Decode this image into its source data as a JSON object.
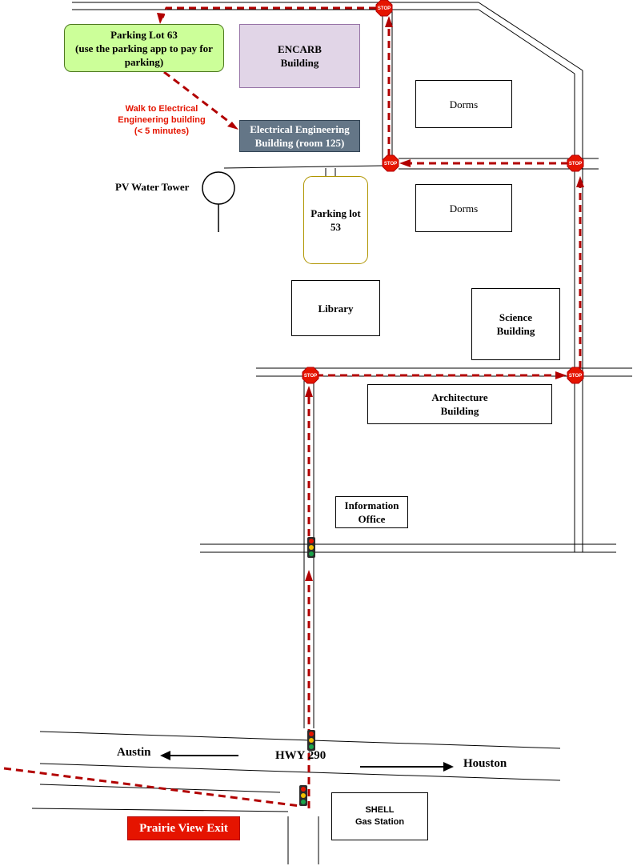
{
  "buildings": {
    "parking_lot_63": "Parking Lot 63\n(use the parking app to pay for parking)",
    "encarb": "ENCARB\nBuilding",
    "dorms_1": "Dorms",
    "dorms_2": "Dorms",
    "electrical_engineering": "Electrical Engineering\nBuilding (room 125)",
    "parking_lot_53": "Parking lot\n53",
    "library": "Library",
    "science": "Science\nBuilding",
    "architecture": "Architecture\nBuilding",
    "information_office": "Information\nOffice",
    "shell": "SHELL\nGas Station",
    "prairie_view_exit": "Prairie View Exit"
  },
  "labels": {
    "pv_water_tower": "PV Water Tower",
    "walk_note": "Walk to Electrical\nEngineering building\n(< 5 minutes)",
    "austin": "Austin",
    "houston": "Houston",
    "highway": "HWY 290"
  },
  "stop_sign_text": "STOP",
  "colors": {
    "route": "#b20000",
    "stop_sign": "#e51400",
    "lot63_fill": "#ccff99",
    "encarb_fill": "#e1d5e7",
    "ee_fill": "#647687",
    "exit_fill": "#e51400"
  }
}
